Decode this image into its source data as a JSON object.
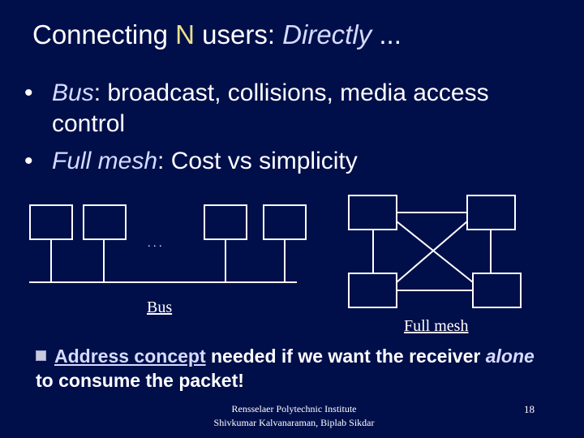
{
  "title": {
    "part1": "Connecting ",
    "n": "N",
    "part2": " users: ",
    "directly": "Directly",
    "ellipsis": " ..."
  },
  "bullets": [
    {
      "marker": "•",
      "term": "Bus",
      "text": ": broadcast, collisions, media access control"
    },
    {
      "marker": "•",
      "term": "Full mesh",
      "text": ": Cost vs simplicity"
    }
  ],
  "diagram": {
    "bus_dots": ". . .",
    "bus_label": "Bus",
    "mesh_label": "Full mesh"
  },
  "note": {
    "link": "Address  concept",
    "part1": " needed if we want the receiver ",
    "em": "alone",
    "part2": " to consume the packet!"
  },
  "footer": {
    "line1": "Rensselaer Polytechnic Institute",
    "line2": "Shivkumar Kalvanaraman, Biplab Sikdar",
    "page": "18"
  }
}
